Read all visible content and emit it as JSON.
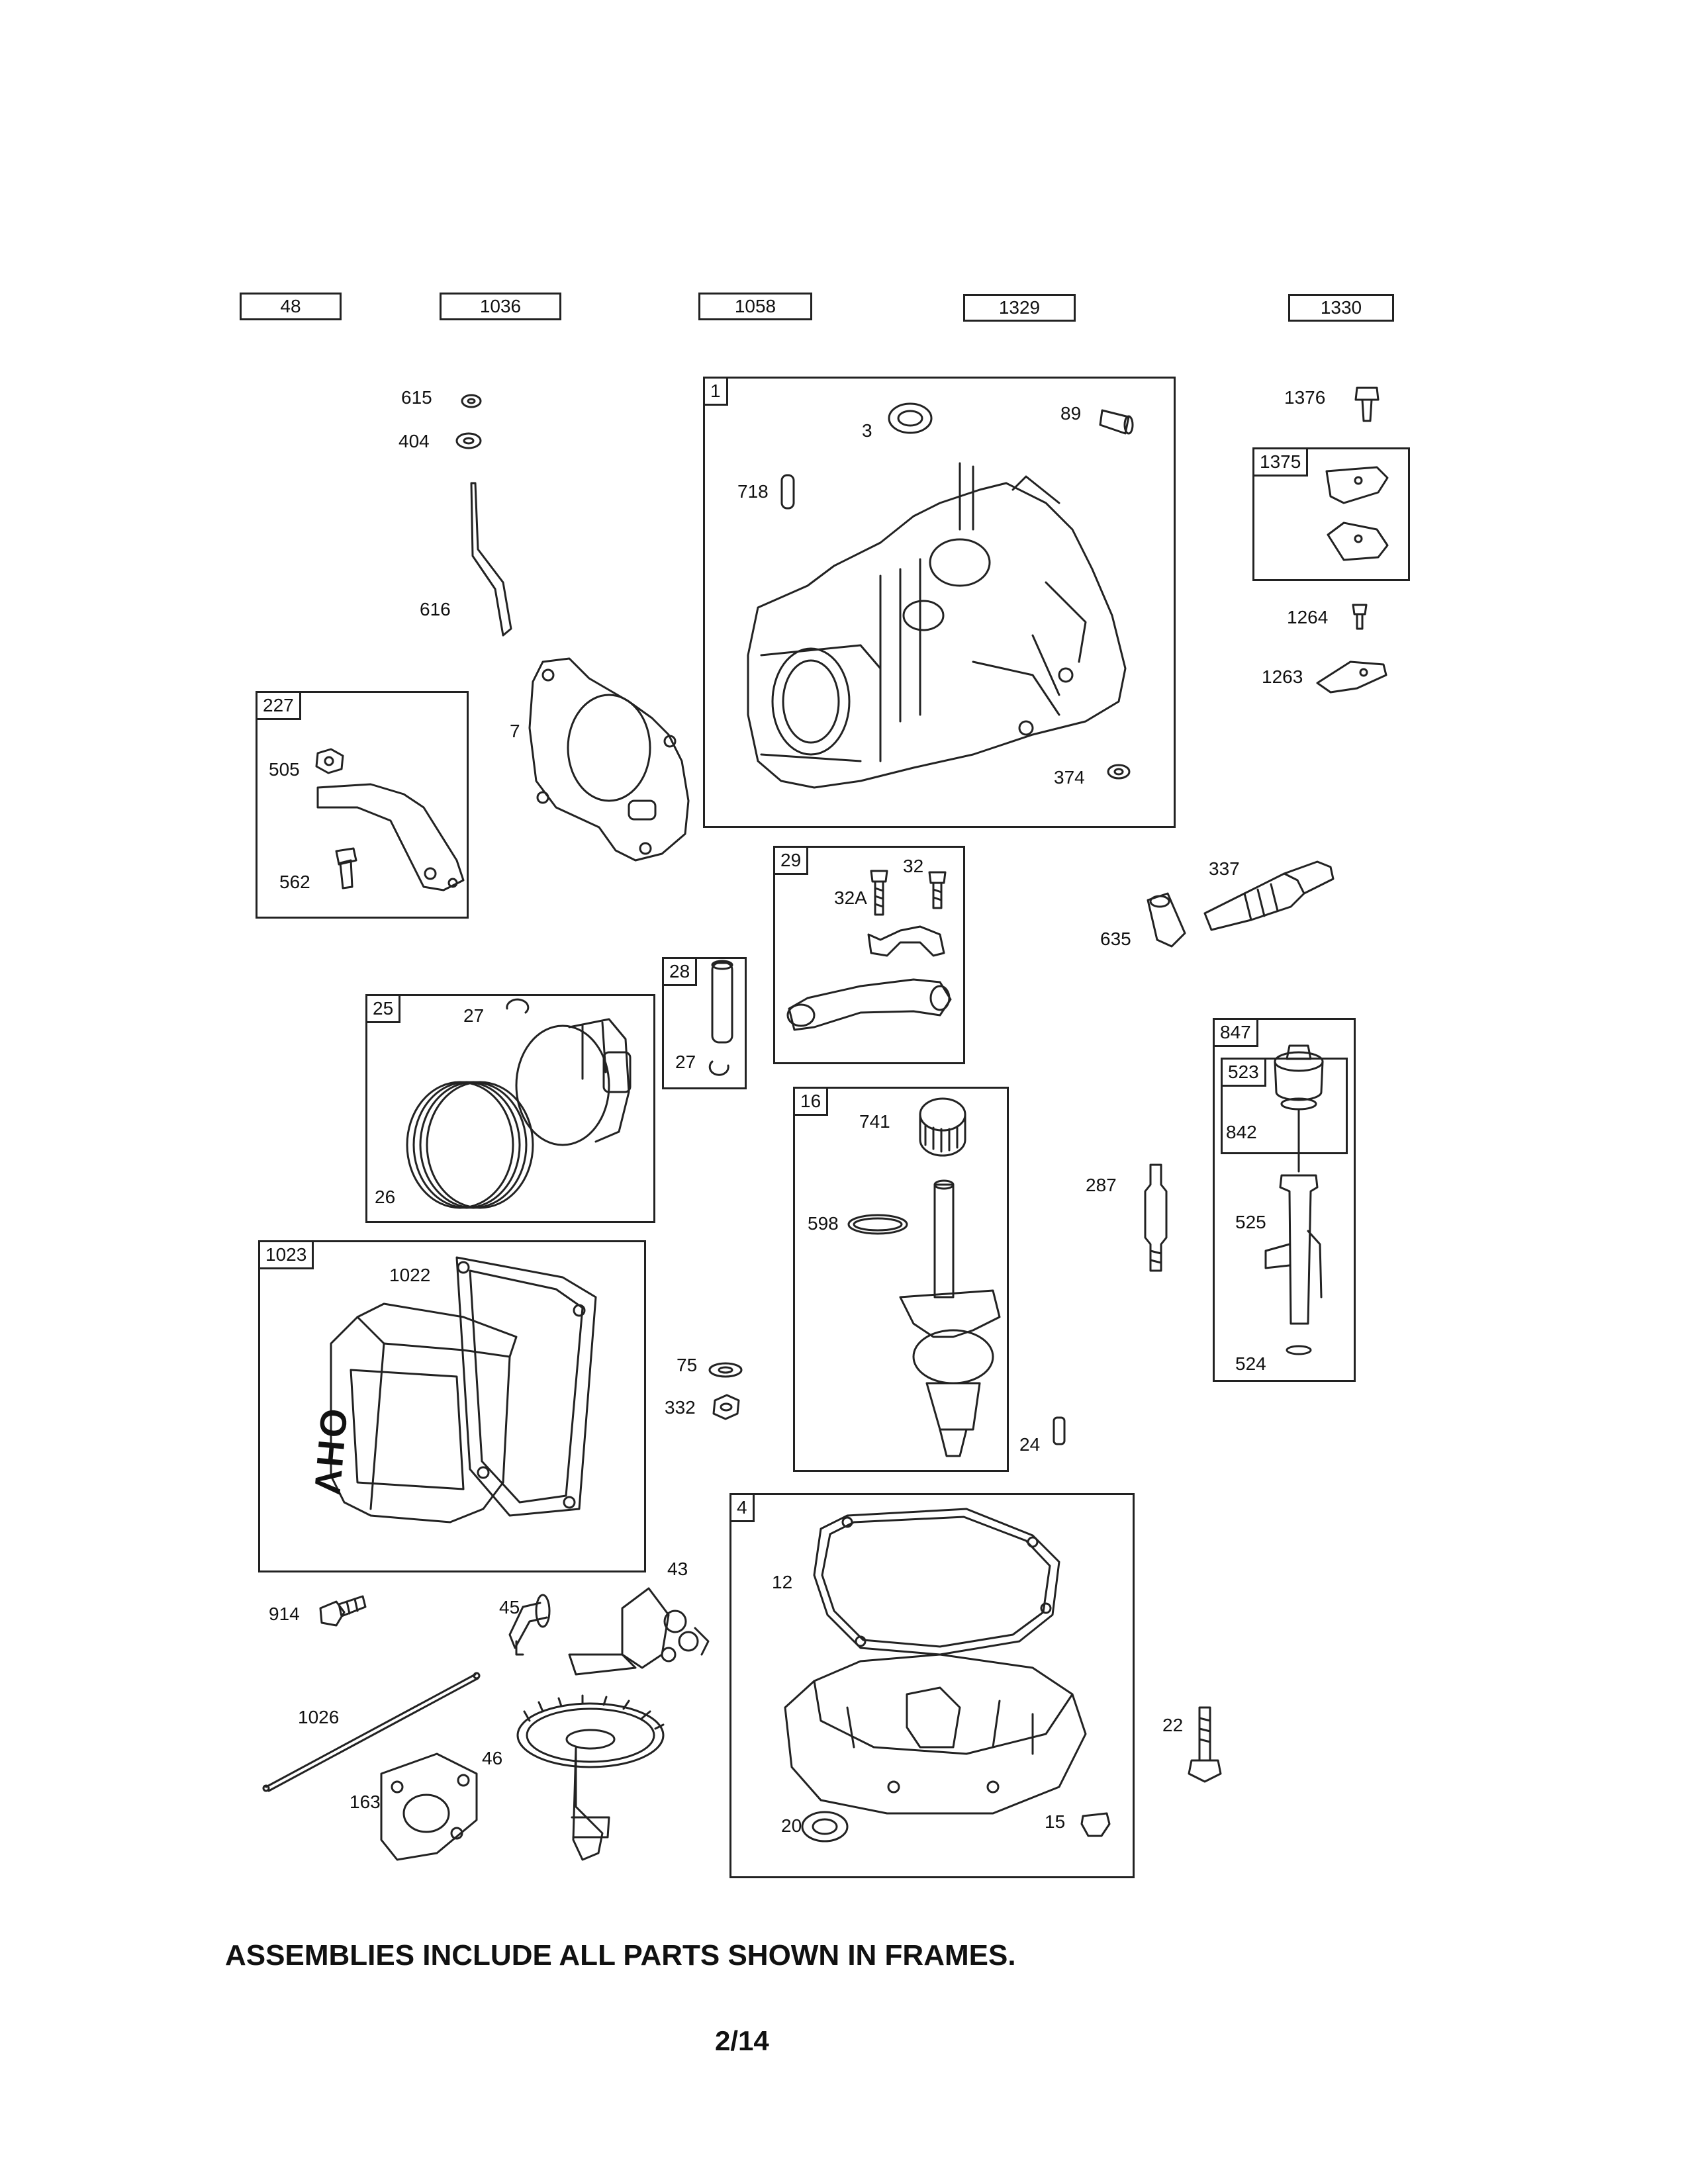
{
  "header_codes": [
    "48",
    "1036",
    "1058",
    "1329",
    "1330"
  ],
  "frames": {
    "crankcase": {
      "tag": "1",
      "labels": {
        "seal": "3",
        "plug": "89",
        "pin": "718",
        "ring": "374"
      }
    },
    "valve_cover_plates": {
      "tag": "1375"
    },
    "rocker": {
      "tag": "227",
      "labels": {
        "nut": "505",
        "screw": "562"
      }
    },
    "connecting_rod": {
      "tag": "29",
      "labels": {
        "bolt_a": "32A",
        "bolt": "32"
      }
    },
    "wrist_pin": {
      "tag": "28",
      "labels": {
        "clip": "27"
      }
    },
    "piston": {
      "tag": "25",
      "labels": {
        "clip": "27",
        "rings": "26"
      }
    },
    "crankshaft": {
      "tag": "16",
      "labels": {
        "gear": "741",
        "washer": "598"
      }
    },
    "dipstick": {
      "tag": "847",
      "labels": {
        "cap": "523",
        "seal": "842",
        "tube": "525",
        "oring": "524"
      }
    },
    "rocker_cover": {
      "tag": "1023",
      "labels": {
        "gasket": "1022"
      }
    },
    "sump": {
      "tag": "4",
      "labels": {
        "gasket": "12",
        "seal": "20",
        "plug": "15"
      }
    }
  },
  "loose_labels": {
    "p615": "615",
    "p404": "404",
    "p616": "616",
    "p7": "7",
    "p1376": "1376",
    "p1264": "1264",
    "p1263": "1263",
    "p337": "337",
    "p635": "635",
    "p287": "287",
    "p75": "75",
    "p332": "332",
    "p24": "24",
    "p914": "914",
    "p45": "45",
    "p43": "43",
    "p1026": "1026",
    "p46": "46",
    "p163": "163",
    "p22": "22"
  },
  "cover_text": "OHV",
  "footer_note": "ASSEMBLIES INCLUDE ALL PARTS SHOWN IN FRAMES.",
  "page_number": "2/14"
}
